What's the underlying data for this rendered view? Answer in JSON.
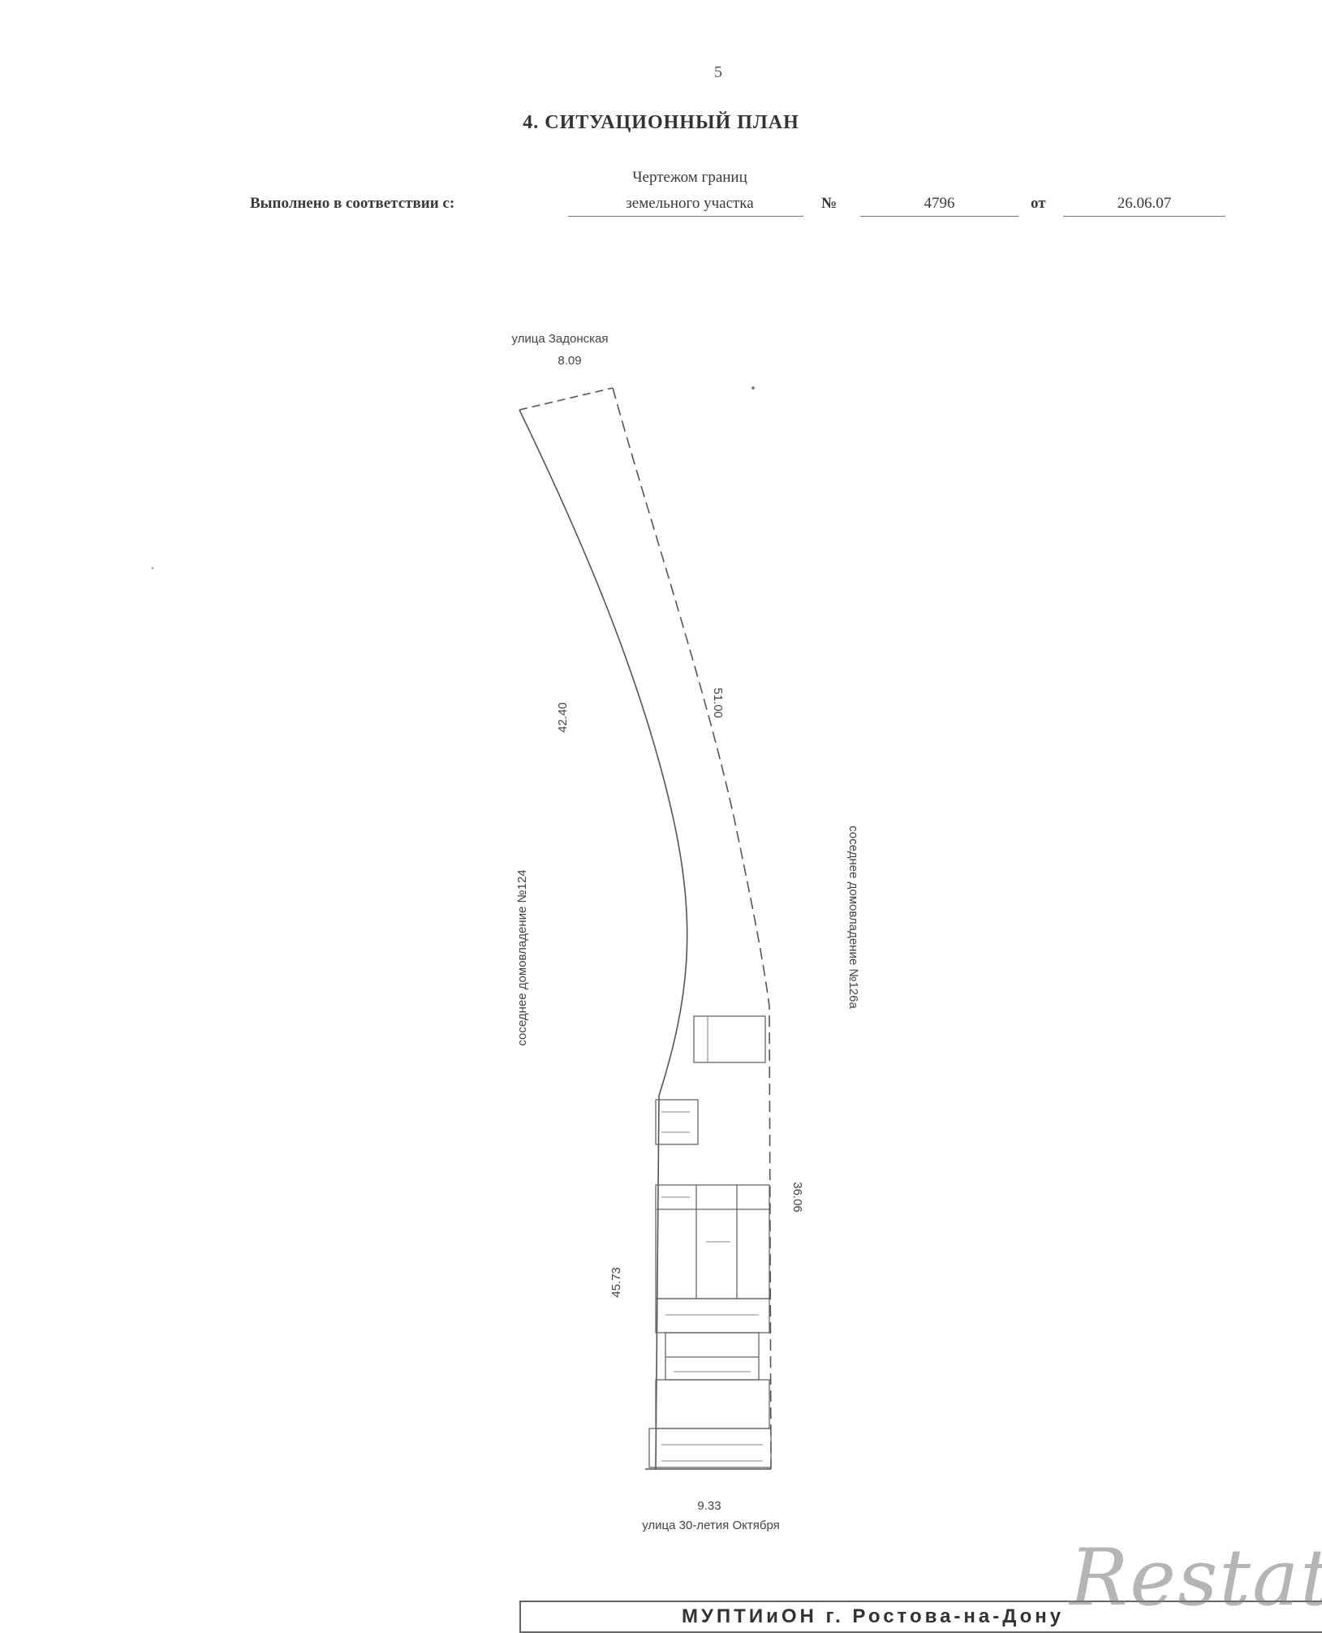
{
  "header": {
    "page_number": "5",
    "section_title": "4.   СИТУАЦИОННЫЙ ПЛАН"
  },
  "basis": {
    "label": "Выполнено в соответствии с:",
    "doc_type_line1": "Чертежом границ",
    "doc_type_line2": "земельного участка",
    "number_sign": "№",
    "number": "4796",
    "from_label": "от",
    "date": "26.06.07"
  },
  "plan": {
    "street_top": "улица Задонская",
    "width_top": "8.09",
    "side_left_upper": "42.40",
    "side_right_upper": "51.00",
    "side_left_lower": "45.73",
    "side_right_lower": "36.06",
    "width_bottom": "9.33",
    "street_bottom": "улица 30-летия Октября",
    "neighbor_left": "соседнее домовладение №124",
    "neighbor_right": "соседнее домовладение №126а"
  },
  "stamp": {
    "text": "МУПТИиОН г. Ростова-на-Дону"
  },
  "watermark": {
    "text": "Restate"
  }
}
